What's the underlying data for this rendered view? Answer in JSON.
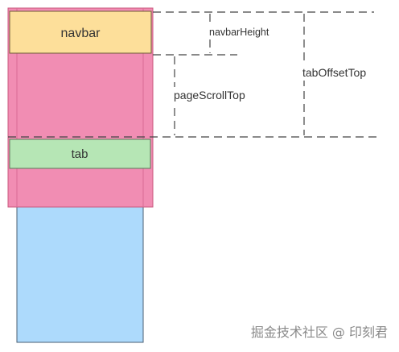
{
  "labels": {
    "navbar": "navbar",
    "tab": "tab",
    "navbar_height": "navbarHeight",
    "page_scroll_top": "pageScrollTop",
    "tab_offset_top": "tabOffsetTop"
  },
  "watermark": "掘金技术社区 @ 印刻君",
  "colors": {
    "page_area": "#F18DB3",
    "page_border": "#C9577D",
    "navbar_fill": "#FDDF9A",
    "navbar_border": "#6F5D37",
    "tab_fill": "#B6E6B5",
    "tab_border": "#5C7A5B",
    "scroll_content": "#ADDAFC",
    "scroll_border": "#4A5F73",
    "dashed_line": "#444444",
    "text": "#333333",
    "watermark": "#8A8A8A"
  }
}
